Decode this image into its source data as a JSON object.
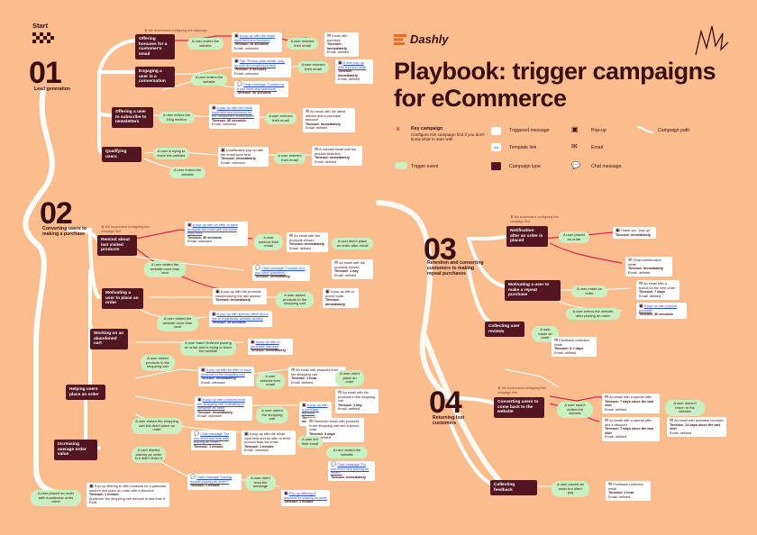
{
  "brand": {
    "name": "Dashly"
  },
  "title_lines": [
    "Playbook: trigger campaigns",
    "for eCommerce"
  ],
  "start_label": "Start",
  "legend": {
    "key_campaign": "Key campaign",
    "key_campaign_desc": "Configure this campaign first if you don't know what to start with",
    "triggered_message": "Triggered message",
    "template_link": "Template link",
    "popup": "Pop-up",
    "email": "Email",
    "chat_message": "Chat message",
    "campaign_path": "Campaign path",
    "trigger_event": "Trigger event",
    "campaign_type": "Campaign type"
  },
  "recommend_note": "We recommend configuring this campaign first",
  "sections": [
    {
      "num": "01",
      "label": "Lead generation"
    },
    {
      "num": "02",
      "label": "Converting users to making a purchase"
    },
    {
      "num": "03",
      "label": "Retention and converting customers to making repeat purchases"
    },
    {
      "num": "04",
      "label": "Returning lost customers"
    }
  ],
  "campaigns": {
    "offering_bonuses": "Offering bonuses for a customer's email",
    "engaging_user": "Engaging a user in a conversation",
    "offering_subscribe": "Offering a user to subscribe to newsletters",
    "qualifying_users": "Qualifying users",
    "remind_products": "Remind about last visited products",
    "motivating_order": "Motivating a user to place an order",
    "abandoned_cart": "Working on an abandoned cart",
    "helping_users": "Helping users place an order",
    "increasing_value": "Increasing average order value",
    "notification_order": "Notification after an order is placed",
    "repeat_purchase": "Motivating a user to make a repeat purchase",
    "collecting_reviews": "Collecting user reviews",
    "converting_back": "Converting users to come back to the website",
    "collecting_feedback": "Collecting feedback"
  },
  "triggers": {
    "t_enters_site_1": "A user enters the website",
    "t_entered_email_1": "A user entered their email",
    "t_entered_email_2": "A user entered their email",
    "t_enters_site_2": "A user enters the website",
    "t_enters_blog": "A user enters the Blog section",
    "t_entered_email_3": "A user entered their email",
    "t_trying_leave": "A user is trying to leave the website",
    "t_enters_site_3": "A user enters the website",
    "t_entered_email_4": "A user entered their email",
    "t_viewed_product_more": "A user visited the website more than once",
    "t_entered_email_5": "A user entered their email",
    "t_didnt_place": "A user didn't place an order after email",
    "t_added_to_cart": "A user added products to the shopping cart",
    "t_visited_more": "A user visited the website more than once",
    "t_havent_finished": "A user hasn't finished placing an order and is trying to leave the website",
    "t_added_products": "A user added products to the shopping cart",
    "t_entered_email_6": "A user entered their email",
    "t_didnt_place_2": "A user didn't place an order",
    "t_visited_cart": "A user visited the shopping cart",
    "t_visited_cart_nopurchase": "A user visited the shopping cart but didn't place an order",
    "t_left_email": "A user left their email",
    "t_visited_site": "A user visited the website",
    "t_started_placing": "A user started placing an order but didn't finish it",
    "t_didnt_read": "A user didn't read the message",
    "t_placed_order_1": "A user placed an order",
    "t_placed_particular": "A user placed an order with a particular order value",
    "t_placed_order_2": "A user placed an order",
    "t_made_order": "A user made an order",
    "t_entered_after": "A user enters the website after placing an order",
    "t_made_order_2": "A user made an order",
    "t_hasnt_visited": "A user hasn't visited the website",
    "t_doesnt_return": "A user doesn't return to the website",
    "t_placed_order_3": "A user placed an order but didn't pay"
  },
  "messages": {
    "m_popup_email": {
      "title": "A pop-up with the email input field and bonuses",
      "sub": "Timeout: 10 seconds",
      "sub2": "Email: unknown"
    },
    "m_email_bonuses": {
      "title": "Email with bonuses",
      "sub": "Timeout: immediately",
      "sub2": "Email: defined"
    },
    "m_promo_popup": {
      "title": "The \"Promo code inside\" pop-up with the email input field",
      "sub": "Timeout: 5 seconds",
      "sub2": "Email: unknown"
    },
    "m_promo_email": {
      "title": "A mini pop-up with a promo code",
      "sub": "Timeout: immediately",
      "sub2": "Email: defined"
    },
    "m_chat_contact": {
      "title": "Chat message \"Contact us if you have any questions\"",
      "sub": "Timeout: 30 seconds",
      "sub2": ""
    },
    "m_popup_blog": {
      "title": "A pop-up with the email input field and bonuses for the newsletters subscription",
      "sub": "Timeout: 30 seconds",
      "sub2": "Email: unknown"
    },
    "m_email_latest": {
      "title": "An email with the latest articles and a purchase discount",
      "sub": "Timeout: immediately",
      "sub2": "Email: defined"
    },
    "m_qual_popup": {
      "title": "Qualification pop-up with the email input field",
      "sub": "Timeout: immediately",
      "sub2": "Email: unknown"
    },
    "m_relevant_email": {
      "title": "A relevant email with the product selection",
      "sub": "Timeout: immediately",
      "sub2": "Email: defined"
    },
    "m_viewed_popup": {
      "title": "A pop-up with an offer to save products via email with the email input field",
      "sub": "Timeout: 30 seconds",
      "sub2": "Email: unknown"
    },
    "m_email_viewed": {
      "title": "An email with the products viewed",
      "sub": "Timeout: immediately",
      "sub2": "Email: defined"
    },
    "m_email_viewed_2": {
      "title": "An email with the products viewed",
      "sub": "Timeout: 1 day",
      "sub2": "Email: defined"
    },
    "m_chat_contact_2": {
      "title": "Chat message \"Contact us if you have questions\"",
      "sub": "Timeout: immediately",
      "sub2": ""
    },
    "m_popup_viewed_session": {
      "title": "A pop-up with the products viewed during the last session",
      "sub": "Timeout: immediately",
      "sub2": ""
    },
    "m_popup_promo": {
      "title": "A pop-up with a promo code",
      "sub": "Timeout: immediately",
      "sub2": ""
    },
    "m_popup_special": {
      "title": "A pop-up with special offers and a link to a particular website section",
      "sub": "Timeout: 15 seconds",
      "sub2": ""
    },
    "m_popup_discount": {
      "title": "A pop-up with a purchase discount",
      "sub": "Timeout: immediately",
      "sub2": ""
    },
    "m_popup_save_cart": {
      "title": "A pop-up with an offer to save products in the shopping cart",
      "sub": "Timeout: immediately",
      "sub2": "Email: unknown"
    },
    "m_email_cart": {
      "title": "An email with products from the shopping cart",
      "sub": "Timeout: 1 hour",
      "sub2": "Email: defined"
    },
    "m_email_cart_2": {
      "title": "An email with the products in the shopping cart",
      "sub": "Timeout: 1 day",
      "sub2": "Email: defined"
    },
    "m_popup_cart": {
      "title": "A pop-up with products from the shopping cart motivating to complete an order",
      "sub": "Timeout: immediately",
      "sub2": "Email: unknown"
    },
    "m_popup_discount_2": {
      "title": "A pop-up with a purchase discount",
      "sub": "Timeout: immediately",
      "sub2": ""
    },
    "m_reminder_email": {
      "title": "Reminder email with products in the shopping cart and a promo code",
      "sub": "Timeout: 3 days",
      "sub2": "Email: defined"
    },
    "m_chat_help": {
      "title": "Chat message \"Do you need any help with placing an order?\"",
      "sub": "Timeout: 1 minute",
      "sub2": ""
    },
    "m_popup_email_send": {
      "title": "A pop-up with the email input field and an offer to send product links via email",
      "sub": "Timeout: 1 minute",
      "sub2": "Email: unknown"
    },
    "m_chat_trouble": {
      "title": "Chat message \"Having trouble placing an order?\"",
      "sub": "Timeout: 1 minute",
      "sub2": ""
    },
    "m_chat_help_2": {
      "title": "Chat message \"Do you need help placing an order?\"",
      "sub": "Timeout: immediately",
      "sub2": ""
    },
    "m_popup_offering": {
      "title": "Pop-up offering a discount for placing an order",
      "sub": "Timeout: 1 minute",
      "sub2": ""
    },
    "m_popup_particular": {
      "title": "Pop-up offering to offer products for a particular amount and place an order with a discount",
      "sub": "Timeout: 1 minute",
      "sub2": "Audience: the shopping cart amount is less than X RUB"
    },
    "m_thank_you": {
      "title": "Thank you \"pop-up\"",
      "sub": "Timeout: immediately",
      "sub2": ""
    },
    "m_order_confirm": {
      "title": "Order confirmation email",
      "sub": "Timeout: immediately",
      "sub2": "Email: defined"
    },
    "m_email_bonus": {
      "title": "An email with a bonus for the next order",
      "sub": "Timeout: 7 days",
      "sub2": "Email: defined"
    },
    "m_popup_popular": {
      "title": "A pop-up with popular products",
      "sub": "Timeout: 30 seconds",
      "sub2": ""
    },
    "m_feedback_email": {
      "title": "Feedback collection email",
      "sub": "Timeout: 3-7 days",
      "sub2": "Email: defined"
    },
    "m_special_offer_1": {
      "title": "An email with a special offer",
      "sub": "Timeout: 7 days since the last visit",
      "sub2": "Email: defined"
    },
    "m_special_offer_2": {
      "title": "An email with a special offer and a discount",
      "sub": "Timeout: 7 days since the last visit",
      "sub2": "Email: defined"
    },
    "m_purchase_bonuses": {
      "title": "An email with purchase bonuses",
      "sub": "Timeout: 14 days since the last visit",
      "sub2": "Email: defined"
    },
    "m_feedback_email_2": {
      "title": "Feedback collection email",
      "sub": "Timeout: 1 hour",
      "sub2": "Email: defined"
    }
  },
  "colors": {
    "background": "#fbbd8e",
    "dark": "#521521",
    "trigger": "#c9f0c0",
    "message": "#ffffff",
    "link": "#2a4bd6",
    "key_red": "#d8284b",
    "path": "#ffffff"
  }
}
